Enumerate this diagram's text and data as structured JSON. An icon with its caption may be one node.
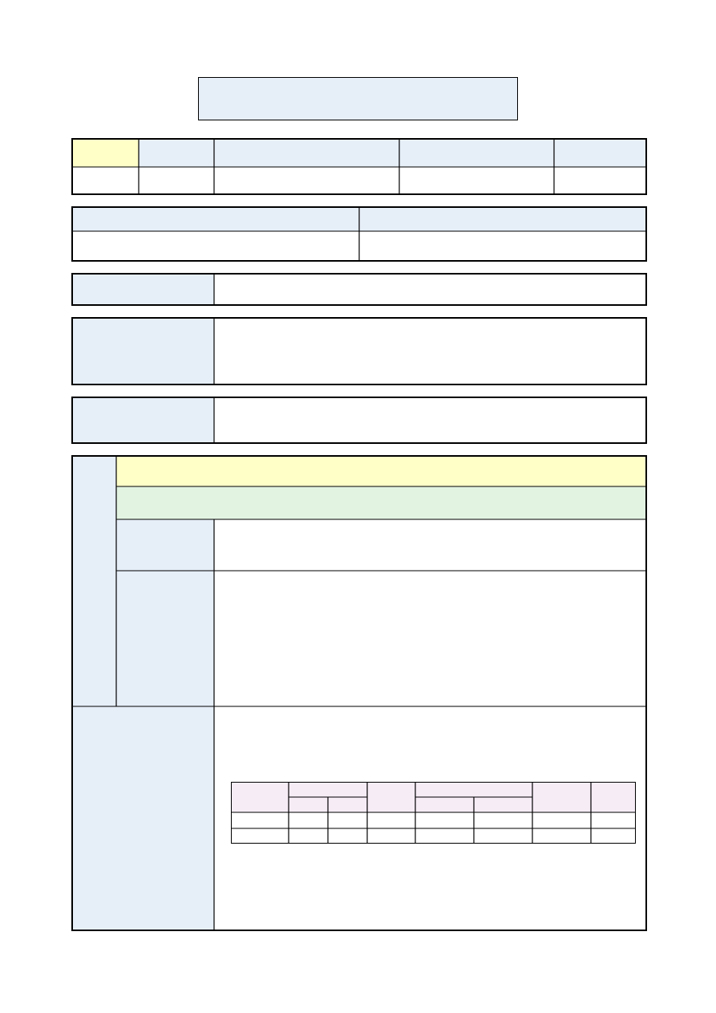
{
  "diagram": {
    "nodes": [
      {
        "text": [],
        "shape": "box"
      },
      {
        "text": [],
        "shape": "box"
      },
      {
        "text": [],
        "shape": "box"
      },
      {
        "text": [],
        "shape": "box"
      },
      {
        "text": [],
        "shape": "box"
      },
      {
        "text": [],
        "shape": "box"
      },
      {
        "text": [],
        "shape": "box"
      },
      {
        "text": [],
        "shape": "box",
        "in": 6
      }
    ]
  }
}
